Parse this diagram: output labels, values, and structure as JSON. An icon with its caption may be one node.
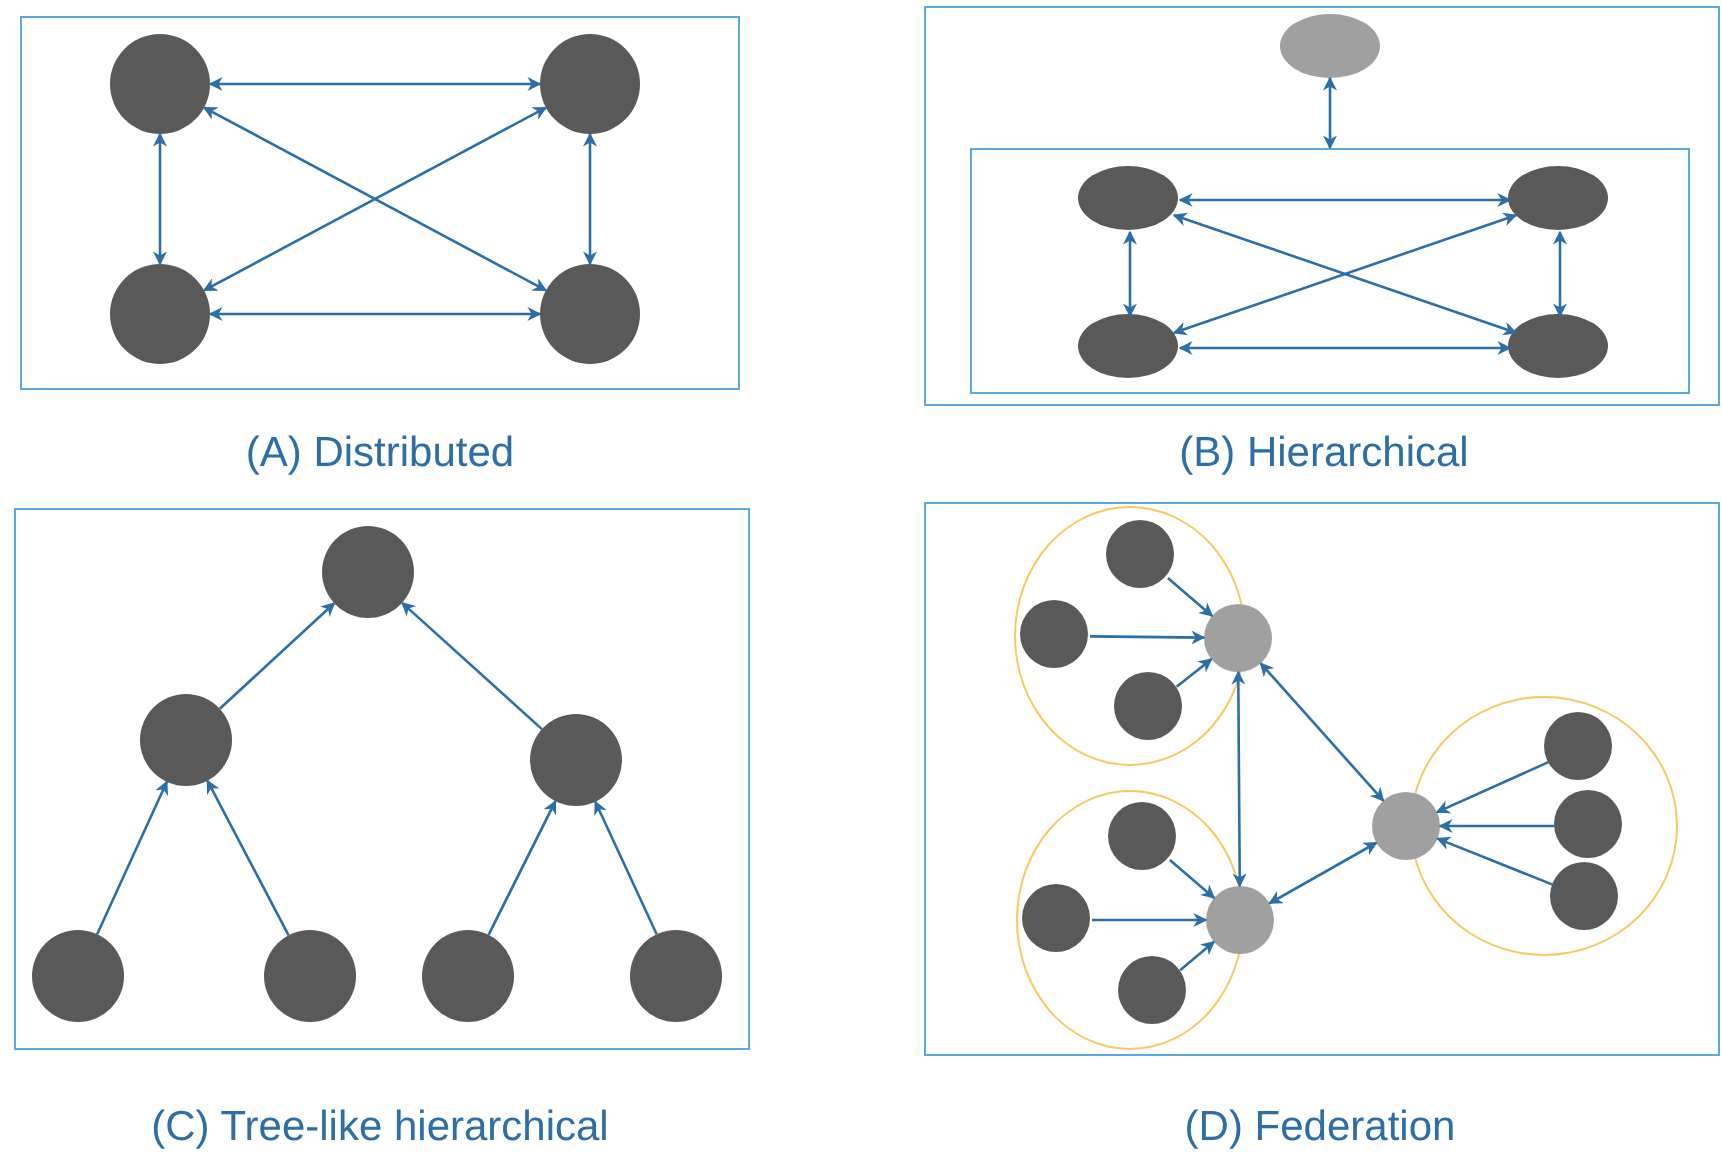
{
  "diagram": {
    "nodes": [
      {
        "text": [],
        "shape": "box",
        "beside": [
          "(A) Distributed"
        ]
      },
      {
        "text": [],
        "shape": "circle",
        "in": 0
      },
      {
        "text": [],
        "shape": "circle",
        "in": 0
      },
      {
        "text": [],
        "shape": "circle",
        "in": 0
      },
      {
        "text": [],
        "shape": "circle",
        "in": 0
      },
      {
        "text": [],
        "shape": "box",
        "beside": [
          "(B) Hierarchical"
        ]
      },
      {
        "text": [],
        "shape": "ellipse",
        "in": 5
      },
      {
        "text": [],
        "shape": "box",
        "in": 5
      },
      {
        "text": [],
        "shape": "ellipse",
        "in": 7
      },
      {
        "text": [],
        "shape": "ellipse",
        "in": 7
      },
      {
        "text": [],
        "shape": "ellipse",
        "in": 7
      },
      {
        "text": [],
        "shape": "ellipse",
        "in": 7
      },
      {
        "text": [],
        "shape": "box",
        "beside": [
          "(C) Tree-like hierarchical"
        ]
      },
      {
        "text": [],
        "shape": "circle",
        "in": 12
      },
      {
        "text": [],
        "shape": "circle",
        "in": 12
      },
      {
        "text": [],
        "shape": "circle",
        "in": 12
      },
      {
        "text": [],
        "shape": "circle",
        "in": 12
      },
      {
        "text": [],
        "shape": "circle",
        "in": 12
      },
      {
        "text": [],
        "shape": "circle",
        "in": 12
      },
      {
        "text": [],
        "shape": "circle",
        "in": 12
      },
      {
        "text": [],
        "shape": "box",
        "beside": [
          "(D) Federation"
        ]
      },
      {
        "text": [],
        "shape": "circle",
        "in": 20
      },
      {
        "text": [],
        "shape": "circle",
        "in": 21
      },
      {
        "text": [],
        "shape": "circle",
        "in": 21
      },
      {
        "text": [],
        "shape": "circle",
        "in": 21
      },
      {
        "text": [],
        "shape": "circle",
        "in": 20
      },
      {
        "text": [],
        "shape": "circle",
        "in": 20
      },
      {
        "text": [],
        "shape": "circle",
        "in": 26
      },
      {
        "text": [],
        "shape": "circle",
        "in": 26
      },
      {
        "text": [],
        "shape": "circle",
        "in": 26
      },
      {
        "text": [],
        "shape": "circle",
        "in": 20
      },
      {
        "text": [],
        "shape": "circle",
        "in": 20
      },
      {
        "text": [],
        "shape": "circle",
        "in": 20
      },
      {
        "text": [],
        "shape": "circle",
        "in": 31
      },
      {
        "text": [],
        "shape": "circle",
        "in": 31
      },
      {
        "text": [],
        "shape": "circle",
        "in": 31
      }
    ],
    "edges": [
      {
        "from": 1,
        "to": 2,
        "arrow": "both"
      },
      {
        "from": 1,
        "to": 3,
        "arrow": "both"
      },
      {
        "from": 2,
        "to": 4,
        "arrow": "both"
      },
      {
        "from": 3,
        "to": 4,
        "arrow": "both"
      },
      {
        "from": 1,
        "to": 4,
        "arrow": "both"
      },
      {
        "from": 2,
        "to": 3,
        "arrow": "both"
      },
      {
        "from": 6,
        "to": 7,
        "arrow": "both"
      },
      {
        "from": 8,
        "to": 9,
        "arrow": "both"
      },
      {
        "from": 8,
        "to": 10,
        "arrow": "both"
      },
      {
        "from": 9,
        "to": 11,
        "arrow": "both"
      },
      {
        "from": 10,
        "to": 11,
        "arrow": "both"
      },
      {
        "from": 8,
        "to": 11,
        "arrow": "both"
      },
      {
        "from": 9,
        "to": 10,
        "arrow": "both"
      },
      {
        "from": 14,
        "to": 13,
        "arrow": "to"
      },
      {
        "from": 15,
        "to": 13,
        "arrow": "to"
      },
      {
        "from": 16,
        "to": 14,
        "arrow": "to"
      },
      {
        "from": 17,
        "to": 14,
        "arrow": "to"
      },
      {
        "from": 18,
        "to": 15,
        "arrow": "to"
      },
      {
        "from": 19,
        "to": 15,
        "arrow": "to"
      },
      {
        "from": 22,
        "to": 25,
        "arrow": "to"
      },
      {
        "from": 23,
        "to": 25,
        "arrow": "to"
      },
      {
        "from": 24,
        "to": 25,
        "arrow": "to"
      },
      {
        "from": 27,
        "to": 30,
        "arrow": "to"
      },
      {
        "from": 28,
        "to": 30,
        "arrow": "to"
      },
      {
        "from": 29,
        "to": 30,
        "arrow": "to"
      },
      {
        "from": 25,
        "to": 30,
        "arrow": "both"
      },
      {
        "from": 25,
        "to": 32,
        "arrow": "both"
      },
      {
        "from": 30,
        "to": 32,
        "arrow": "both"
      },
      {
        "from": 33,
        "to": 32,
        "arrow": "to"
      },
      {
        "from": 34,
        "to": 32,
        "arrow": "to"
      },
      {
        "from": 35,
        "to": 32,
        "arrow": "to"
      }
    ]
  }
}
